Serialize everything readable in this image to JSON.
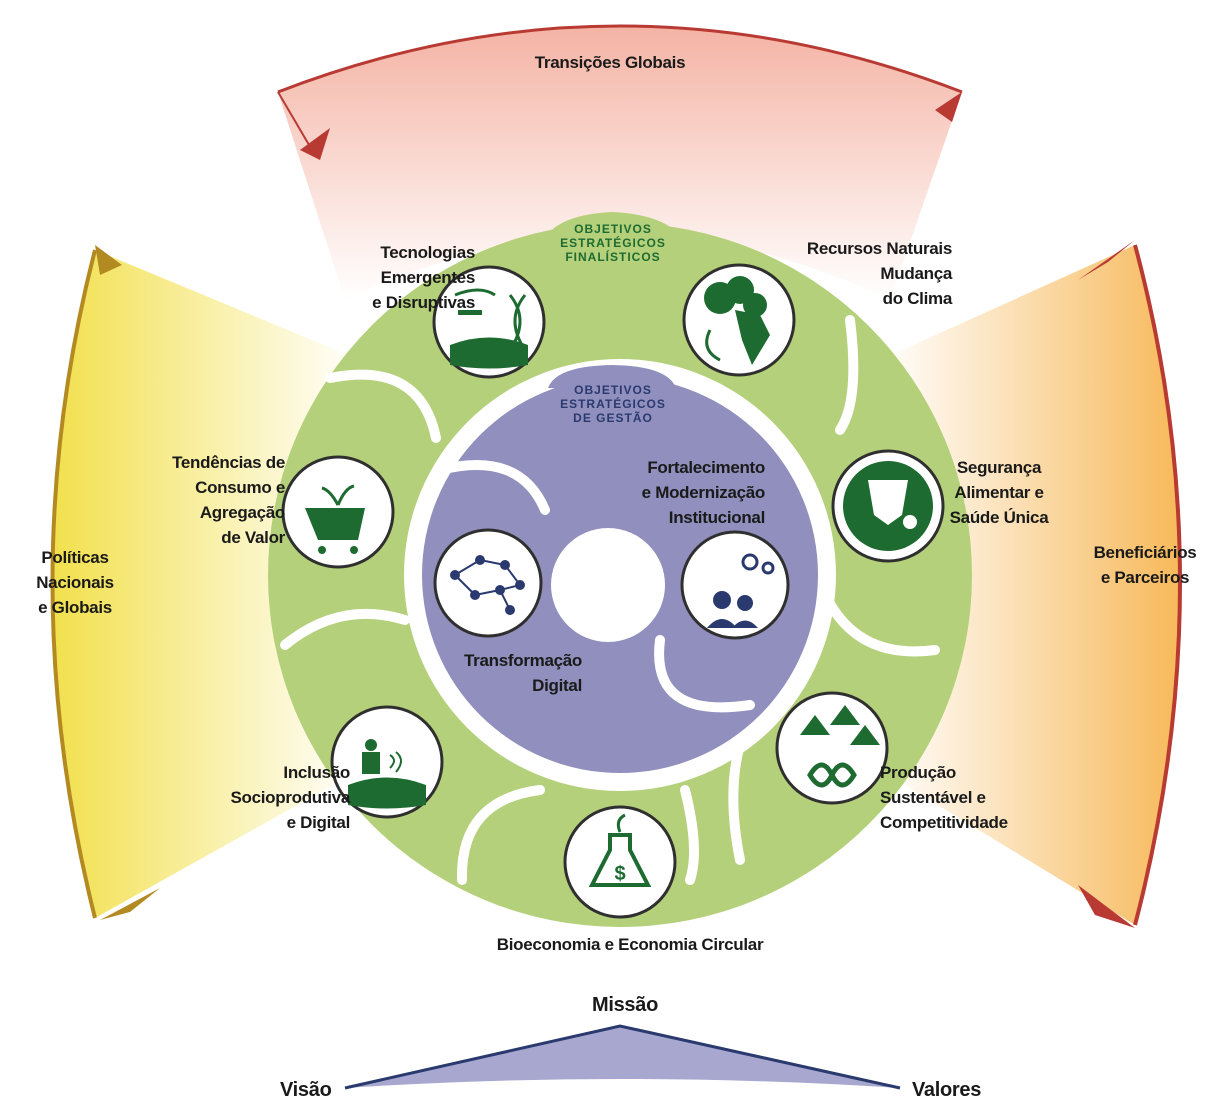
{
  "colors": {
    "outer_ring": "#b5d07a",
    "inner_disc": "#908fbd",
    "icon_green": "#1e6b31",
    "icon_navy": "#2a3a6e",
    "arrow_red": "#b83a33",
    "arrow_gold": "#b38a22",
    "top_band": "#f4b3a4",
    "left_band": "#f2e04c",
    "right_band": "#f7b95a",
    "triangle": "#a7a7cf"
  },
  "bands": {
    "top": "Transições  Globais",
    "left": "Políticas\nNacionais\ne Globais",
    "right": "Beneficiários\ne Parceiros"
  },
  "ring_tags": {
    "finalisticos": "OBJETIVOS\nESTRATÉGICOS\nFINALÍSTICOS",
    "gestao": "OBJETIVOS\nESTRATÉGICOS\nDE GESTÃO"
  },
  "finalistic_objectives": [
    {
      "label": "Tecnologias\nEmergentes\ne Disruptivas",
      "icon": "drone-dna-icon"
    },
    {
      "label": "Recursos Naturais\nMudança\ndo Clima",
      "icon": "tree-brazil-map-icon"
    },
    {
      "label": "Segurança\nAlimentar e\nSaúde Única",
      "icon": "shield-leaf-paw-icon"
    },
    {
      "label": "Produção\nSustentável e\nCompetitividade",
      "icon": "arrows-infinity-icon"
    },
    {
      "label": "Bioeconomia e Economia  Circular",
      "icon": "flask-dollar-icon"
    },
    {
      "label": "Inclusão\nSocioprodutiva\ne Digital",
      "icon": "farmer-field-icon"
    },
    {
      "label": "Tendências de\nConsumo  e\nAgregação\nde Valor",
      "icon": "shopping-cart-plant-icon"
    }
  ],
  "management_objectives": [
    {
      "label": "Fortalecimento\ne Modernização\nInstitucional",
      "icon": "people-gears-icon"
    },
    {
      "label": "Transformação\nDigital",
      "icon": "network-brain-icon"
    }
  ],
  "foundation": {
    "top": "Missão",
    "left": "Visão",
    "right": "Valores"
  }
}
